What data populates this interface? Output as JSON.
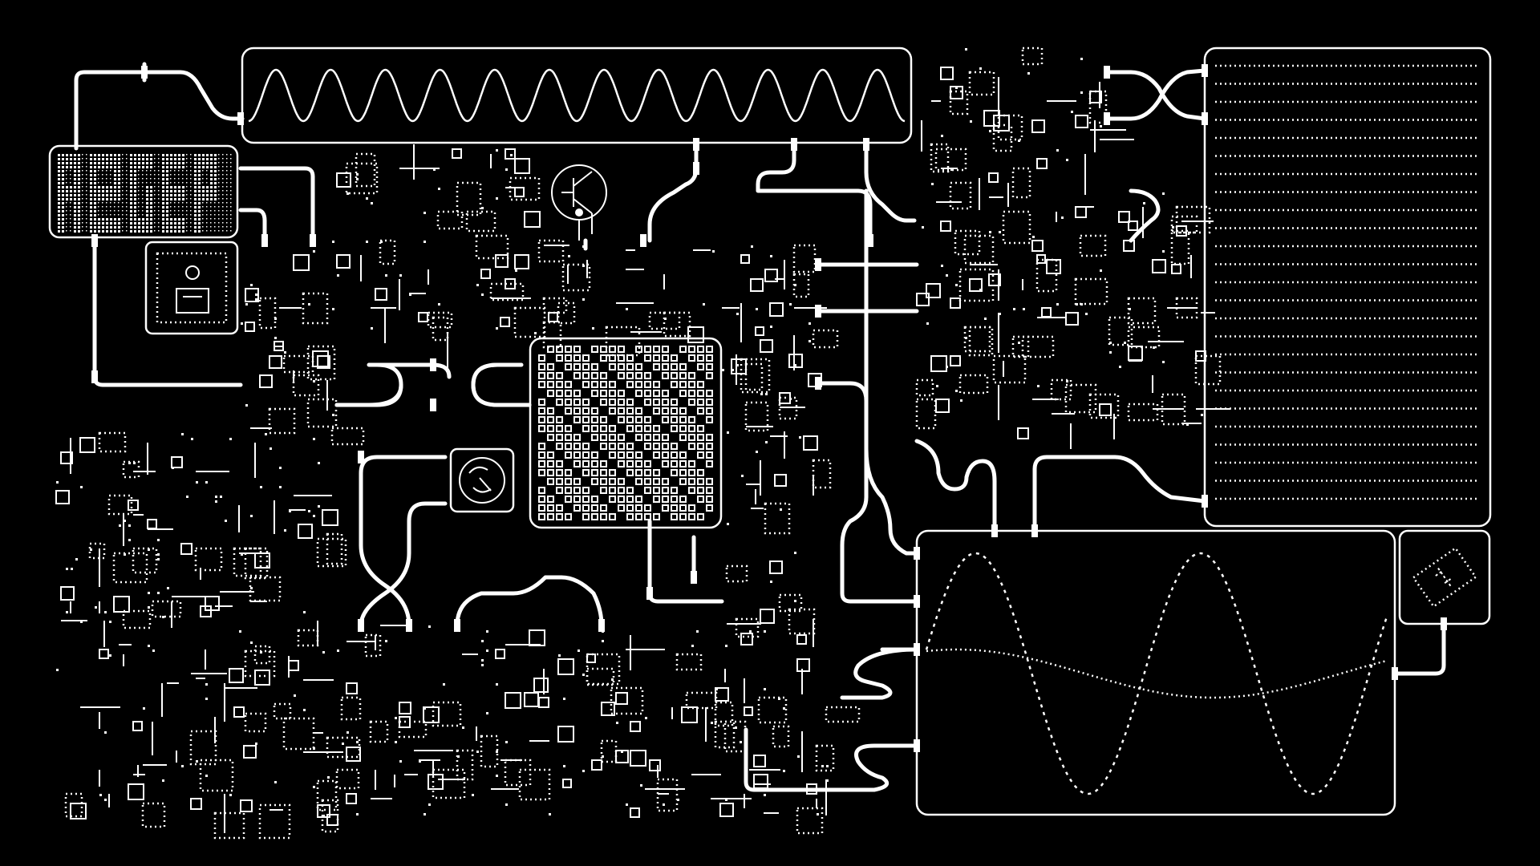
{
  "scene": {
    "name": "circuit-board-puzzle",
    "palette": {
      "background": "#000000",
      "foreground": "#ffffff"
    }
  },
  "components": {
    "sine_display": {
      "kind": "waveform",
      "cycles": 12
    },
    "oscilloscope": {
      "kind": "waveform",
      "traces": [
        "dashed-sine",
        "dotted-sine"
      ]
    },
    "memory_grid": {
      "kind": "dot-grid",
      "rows": 20,
      "cols": 20
    },
    "lined_panel": {
      "kind": "dotted-rows",
      "rows": 25
    },
    "icons": [
      "transistor-icon",
      "knob-icon",
      "chip-icon",
      "diamond-chip-icon"
    ]
  }
}
